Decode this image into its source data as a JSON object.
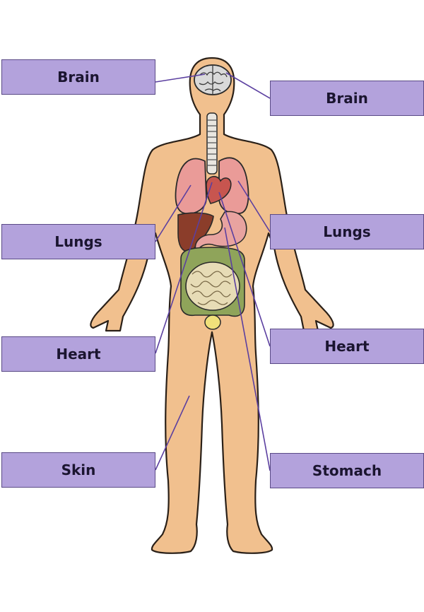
{
  "labels": {
    "left": [
      "Brain",
      "Lungs",
      "Heart",
      "Skin"
    ],
    "right": [
      "Brain",
      "Lungs",
      "Heart",
      "Stomach"
    ]
  },
  "colors": {
    "label_fill": "#b3a2dc",
    "label_border": "#5a4a86",
    "pointer_line": "#5b3fa0",
    "skin": "#f1c08e",
    "lungs": "#ea9b98",
    "liver": "#8b3d2a",
    "intestine": "#e7dcb6",
    "colon": "#8fa45a",
    "brain": "#d9d9d9",
    "bladder": "#f0e07a"
  },
  "icons": [
    "brain-icon",
    "lungs-icon",
    "heart-icon",
    "stomach-icon",
    "intestines-icon",
    "liver-icon",
    "bladder-icon",
    "trachea-icon"
  ]
}
